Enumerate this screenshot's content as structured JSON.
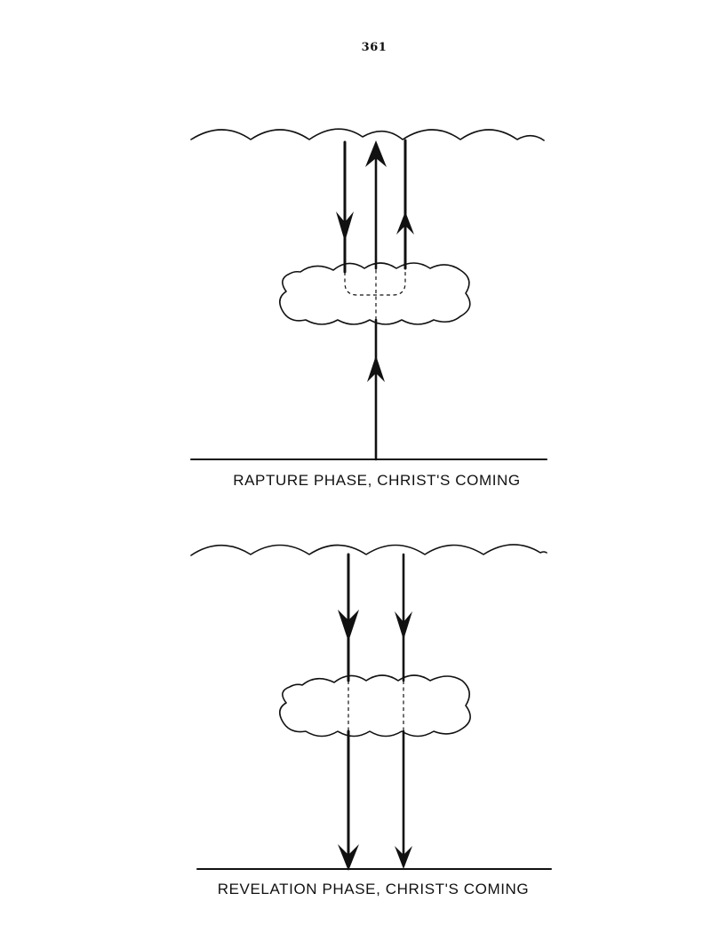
{
  "page": {
    "number": "361"
  },
  "panels": [
    {
      "caption": "RAPTURE PHASE, CHRIST'S COMING"
    },
    {
      "caption": "REVELATION PHASE, CHRIST'S COMING"
    }
  ]
}
